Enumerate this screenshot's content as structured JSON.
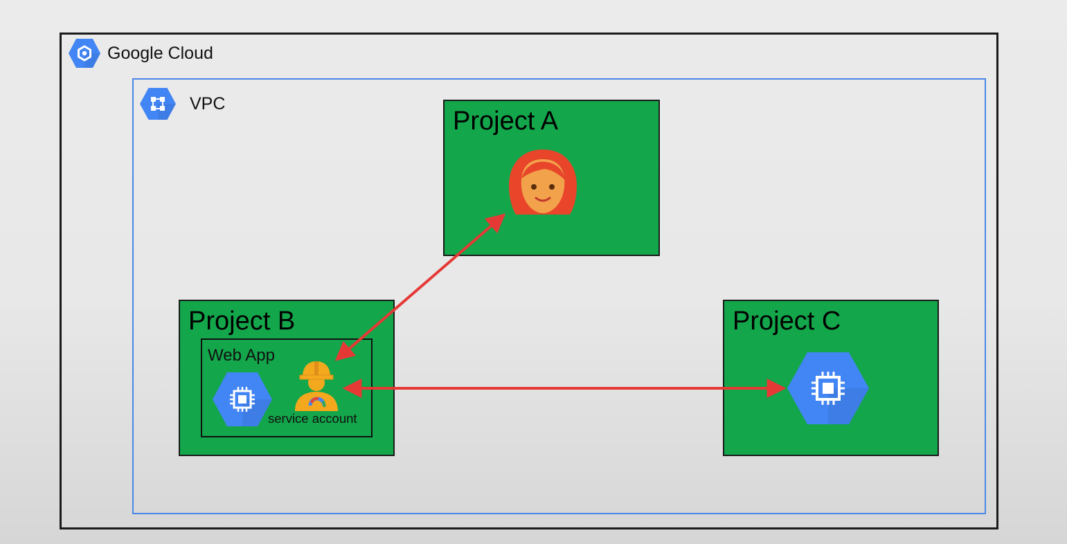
{
  "google_cloud": {
    "label": "Google Cloud",
    "icon": "google-cloud-hex-icon"
  },
  "vpc": {
    "label": "VPC",
    "icon": "vpc-network-hex-icon"
  },
  "projects": {
    "a": {
      "title": "Project A",
      "icon": "user-avatar-icon"
    },
    "b": {
      "title": "Project B",
      "web_app": {
        "label": "Web App",
        "service_account_label": "service account"
      }
    },
    "c": {
      "title": "Project C",
      "icon": "compute-engine-icon"
    }
  },
  "colors": {
    "project_fill": "#13a64b",
    "vpc_border": "#4a86e8",
    "arrow": "#e53935",
    "gcp_blue": "#4285f4"
  }
}
